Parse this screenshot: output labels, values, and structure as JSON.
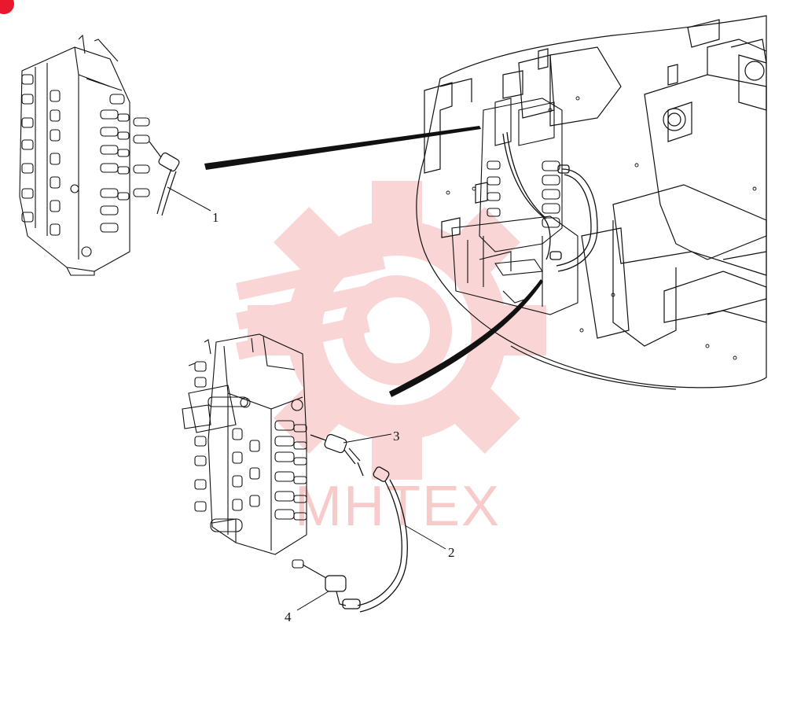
{
  "diagram": {
    "callouts": [
      {
        "id": "1",
        "label": "1"
      },
      {
        "id": "2",
        "label": "2"
      },
      {
        "id": "3",
        "label": "3"
      },
      {
        "id": "4",
        "label": "4"
      }
    ],
    "watermark": {
      "text": "МНТЕХ",
      "color": "#f08080"
    },
    "corner_badge_color": "#e8192c",
    "line_color": "#111111"
  }
}
